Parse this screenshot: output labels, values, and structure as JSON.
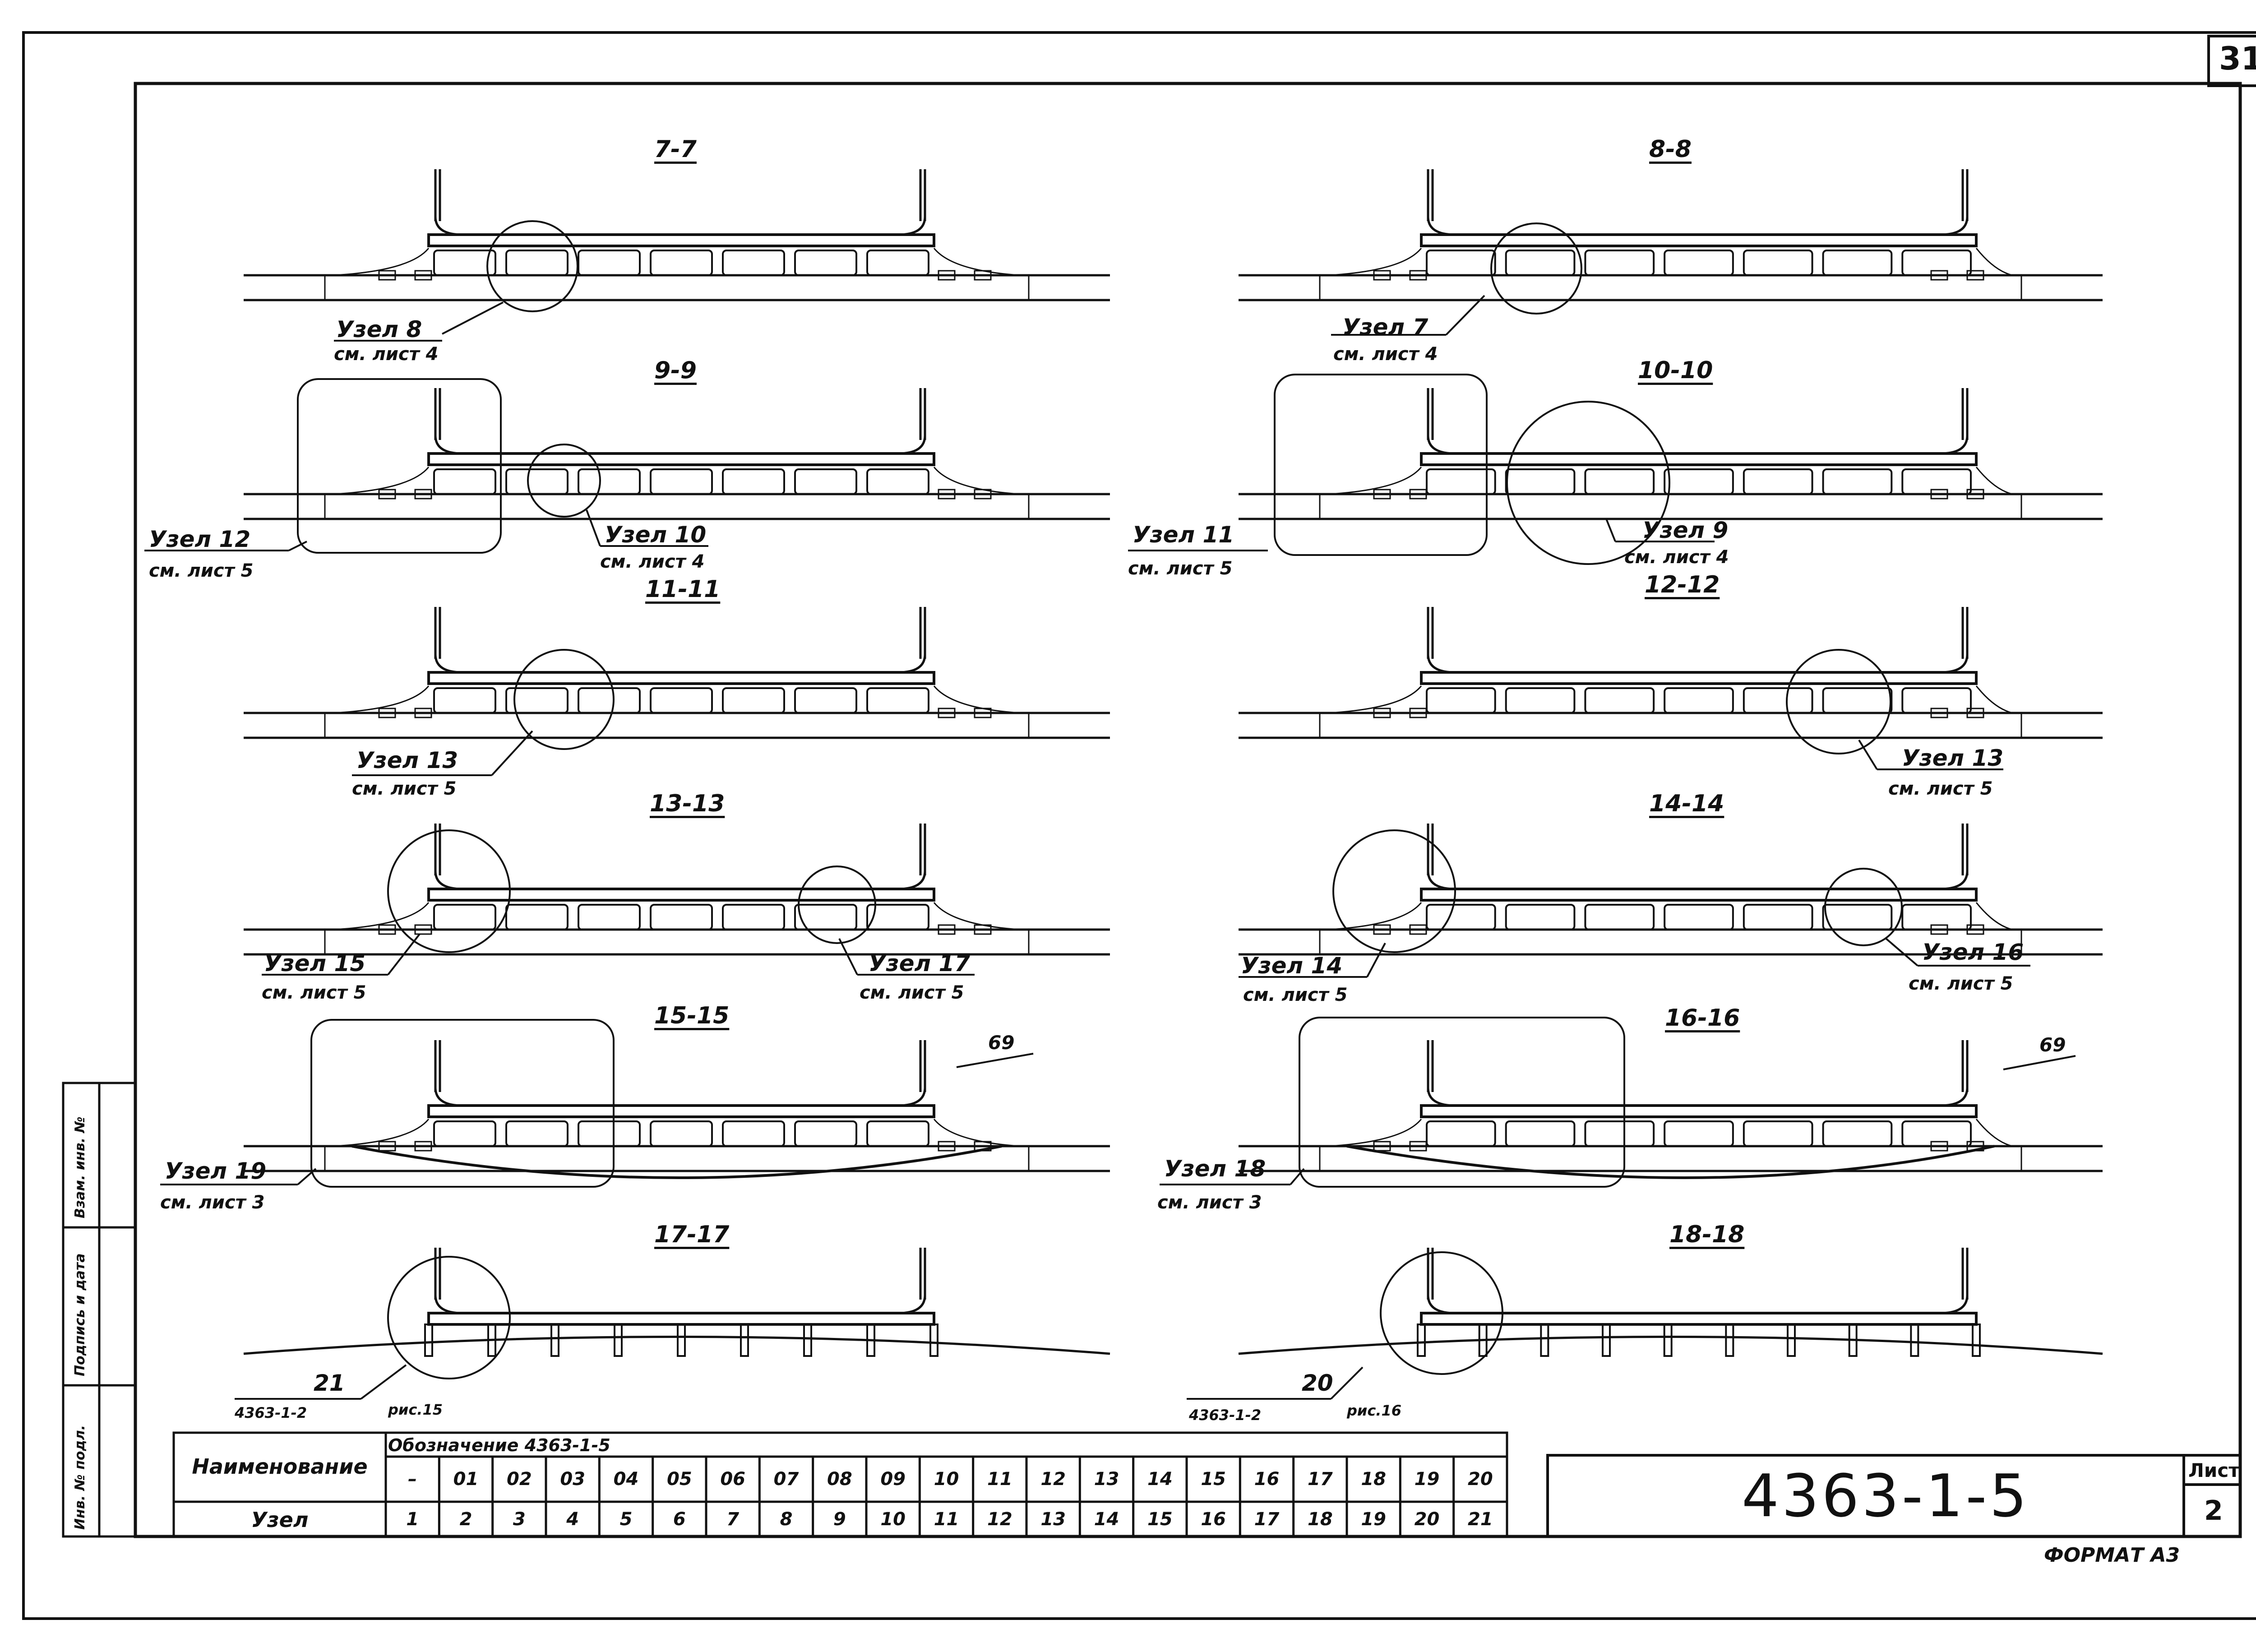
{
  "sheet_number": "31",
  "sections": [
    {
      "title": "7-7"
    },
    {
      "title": "8-8"
    },
    {
      "title": "9-9"
    },
    {
      "title": "10-10"
    },
    {
      "title": "11-11"
    },
    {
      "title": "12-12"
    },
    {
      "title": "13-13"
    },
    {
      "title": "14-14"
    },
    {
      "title": "15-15"
    },
    {
      "title": "16-16"
    },
    {
      "title": "17-17"
    },
    {
      "title": "18-18"
    }
  ],
  "callouts": [
    {
      "label": "Узел 8",
      "ref": "см. лист 4"
    },
    {
      "label": "Узел 7",
      "ref": "см. лист 4"
    },
    {
      "label": "Узел 12",
      "ref": "см. лист 5"
    },
    {
      "label": "Узел 10",
      "ref": "см. лист 4"
    },
    {
      "label": "Узел 11",
      "ref": "см. лист 5"
    },
    {
      "label": "Узел 9",
      "ref": "см. лист 4"
    },
    {
      "label": "Узел 13",
      "ref": "см. лист 5"
    },
    {
      "label": "Узел 13",
      "ref": "см. лист 5"
    },
    {
      "label": "Узел 15",
      "ref": "см. лист 5"
    },
    {
      "label": "Узел 17",
      "ref": "см. лист 5"
    },
    {
      "label": "Узел 14",
      "ref": "см. лист 5"
    },
    {
      "label": "Узел 16",
      "ref": "см. лист 5"
    },
    {
      "label": "Узел 19",
      "ref": "см. лист 3"
    },
    {
      "label": "Узел 18",
      "ref": "см. лист 3"
    }
  ],
  "item_labels": {
    "left": "69",
    "right": "69"
  },
  "node21": {
    "label": "21",
    "doc": "4363-1-2",
    "fig": "рис.15"
  },
  "node20": {
    "label": "20",
    "doc": "4363-1-2",
    "fig": "рис.16"
  },
  "table": {
    "header_label": "Наименование",
    "designation_header": "Обозначение 4363-1-5",
    "codes": [
      "–",
      "01",
      "02",
      "03",
      "04",
      "05",
      "06",
      "07",
      "08",
      "09",
      "10",
      "11",
      "12",
      "13",
      "14",
      "15",
      "16",
      "17",
      "18",
      "19",
      "20"
    ],
    "node_label": "Узел",
    "nodes": [
      "1",
      "2",
      "3",
      "4",
      "5",
      "6",
      "7",
      "8",
      "9",
      "10",
      "11",
      "12",
      "13",
      "14",
      "15",
      "16",
      "17",
      "18",
      "19",
      "20",
      "21"
    ]
  },
  "title_block": {
    "doc_code": "4363-1-5",
    "sheet_label": "Лист",
    "sheet_value": "2",
    "format": "ФОРМАТ А3"
  },
  "side_stamp": {
    "col1": "Инв. № подл.",
    "col2": "Подпись и дата",
    "col3": "Взам. инв. №"
  }
}
